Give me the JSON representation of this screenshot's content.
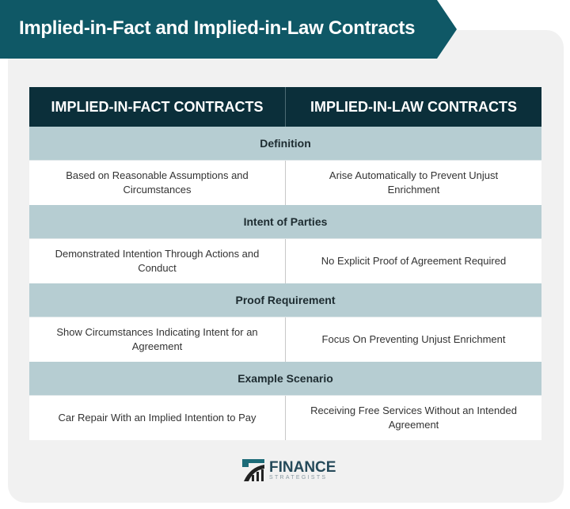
{
  "title": "Implied-in-Fact and Implied-in-Law Contracts",
  "columns": [
    "IMPLIED-IN-FACT CONTRACTS",
    "IMPLIED-IN-LAW CONTRACTS"
  ],
  "sections": [
    {
      "label": "Definition",
      "cells": [
        "Based on Reasonable Assumptions and Circumstances",
        "Arise Automatically to Prevent Unjust Enrichment"
      ]
    },
    {
      "label": "Intent of Parties",
      "cells": [
        "Demonstrated Intention Through Actions and Conduct",
        "No Explicit Proof of Agreement Required"
      ]
    },
    {
      "label": "Proof Requirement",
      "cells": [
        "Show Circumstances Indicating Intent for an Agreement",
        "Focus On Preventing Unjust Enrichment"
      ]
    },
    {
      "label": "Example Scenario",
      "cells": [
        "Car Repair With an Implied Intention to Pay",
        "Receiving Free Services Without an Intended Agreement"
      ]
    }
  ],
  "logo": {
    "line1": "FINANCE",
    "line2": "STRATEGISTS"
  },
  "colors": {
    "banner": "#0f5866",
    "header": "#0b2f3a",
    "section": "#b6cdd2"
  }
}
